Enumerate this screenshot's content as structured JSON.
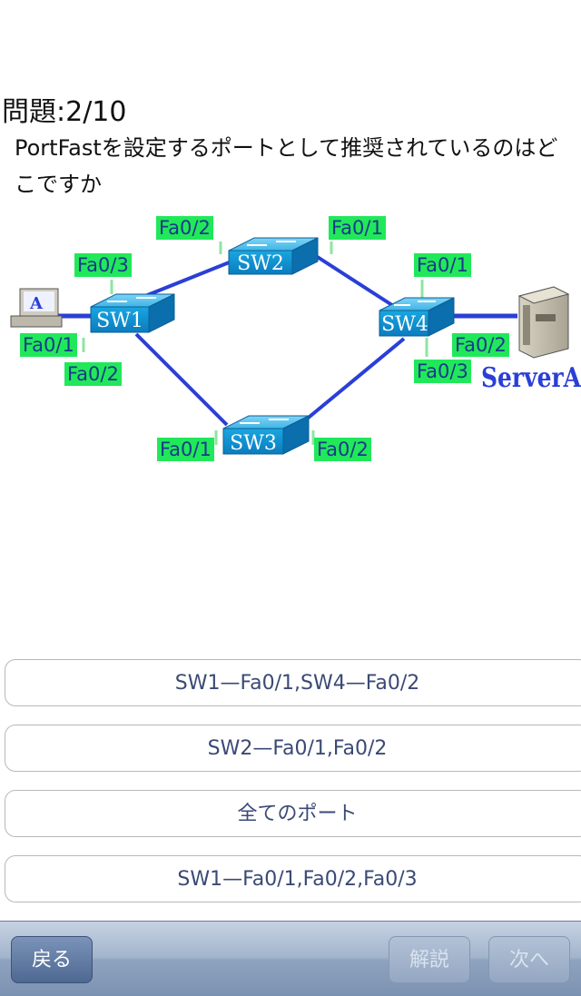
{
  "question": {
    "number": "問題:2/10",
    "text": "PortFastを設定するポートとして推奨されているのはどこですか"
  },
  "diagram": {
    "hosts": {
      "pc_label": "A",
      "server_label": "ServerA"
    },
    "switches": [
      "SW1",
      "SW2",
      "SW3",
      "SW4"
    ],
    "ports": {
      "sw2_left": "Fa0/2",
      "sw2_right": "Fa0/1",
      "sw1_top": "Fa0/3",
      "sw1_left": "Fa0/1",
      "sw1_bottom": "Fa0/2",
      "sw4_top": "Fa0/1",
      "sw4_right": "Fa0/2",
      "sw4_bottom": "Fa0/3",
      "sw3_left": "Fa0/1",
      "sw3_right": "Fa0/2"
    },
    "colors": {
      "port_label_bg": "#21e85a",
      "port_label_text": "#1a3a8a",
      "link": "#2a3fd6",
      "switch": "#1aa6e0"
    }
  },
  "answers": [
    "SW1—Fa0/1,SW4—Fa0/2",
    "SW2—Fa0/1,Fa0/2",
    "全てのポート",
    "SW1—Fa0/1,Fa0/2,Fa0/3"
  ],
  "toolbar": {
    "back": "戻る",
    "explanation": "解説",
    "next": "次へ"
  }
}
